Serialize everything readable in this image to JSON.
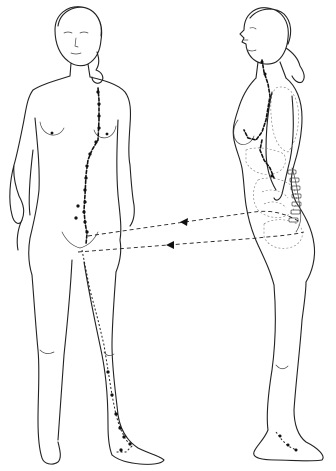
{
  "figure": {
    "domain": "diagram",
    "subject": "front-and-side-female-figure-with-channel-pathway",
    "colors": {
      "ink": "#222222",
      "points": "#111111",
      "organs": "#777777",
      "background": "#ffffff"
    },
    "figures": [
      "front-view-figure",
      "side-view-figure"
    ],
    "connectors": 2,
    "connector_direction": "side-to-front"
  }
}
